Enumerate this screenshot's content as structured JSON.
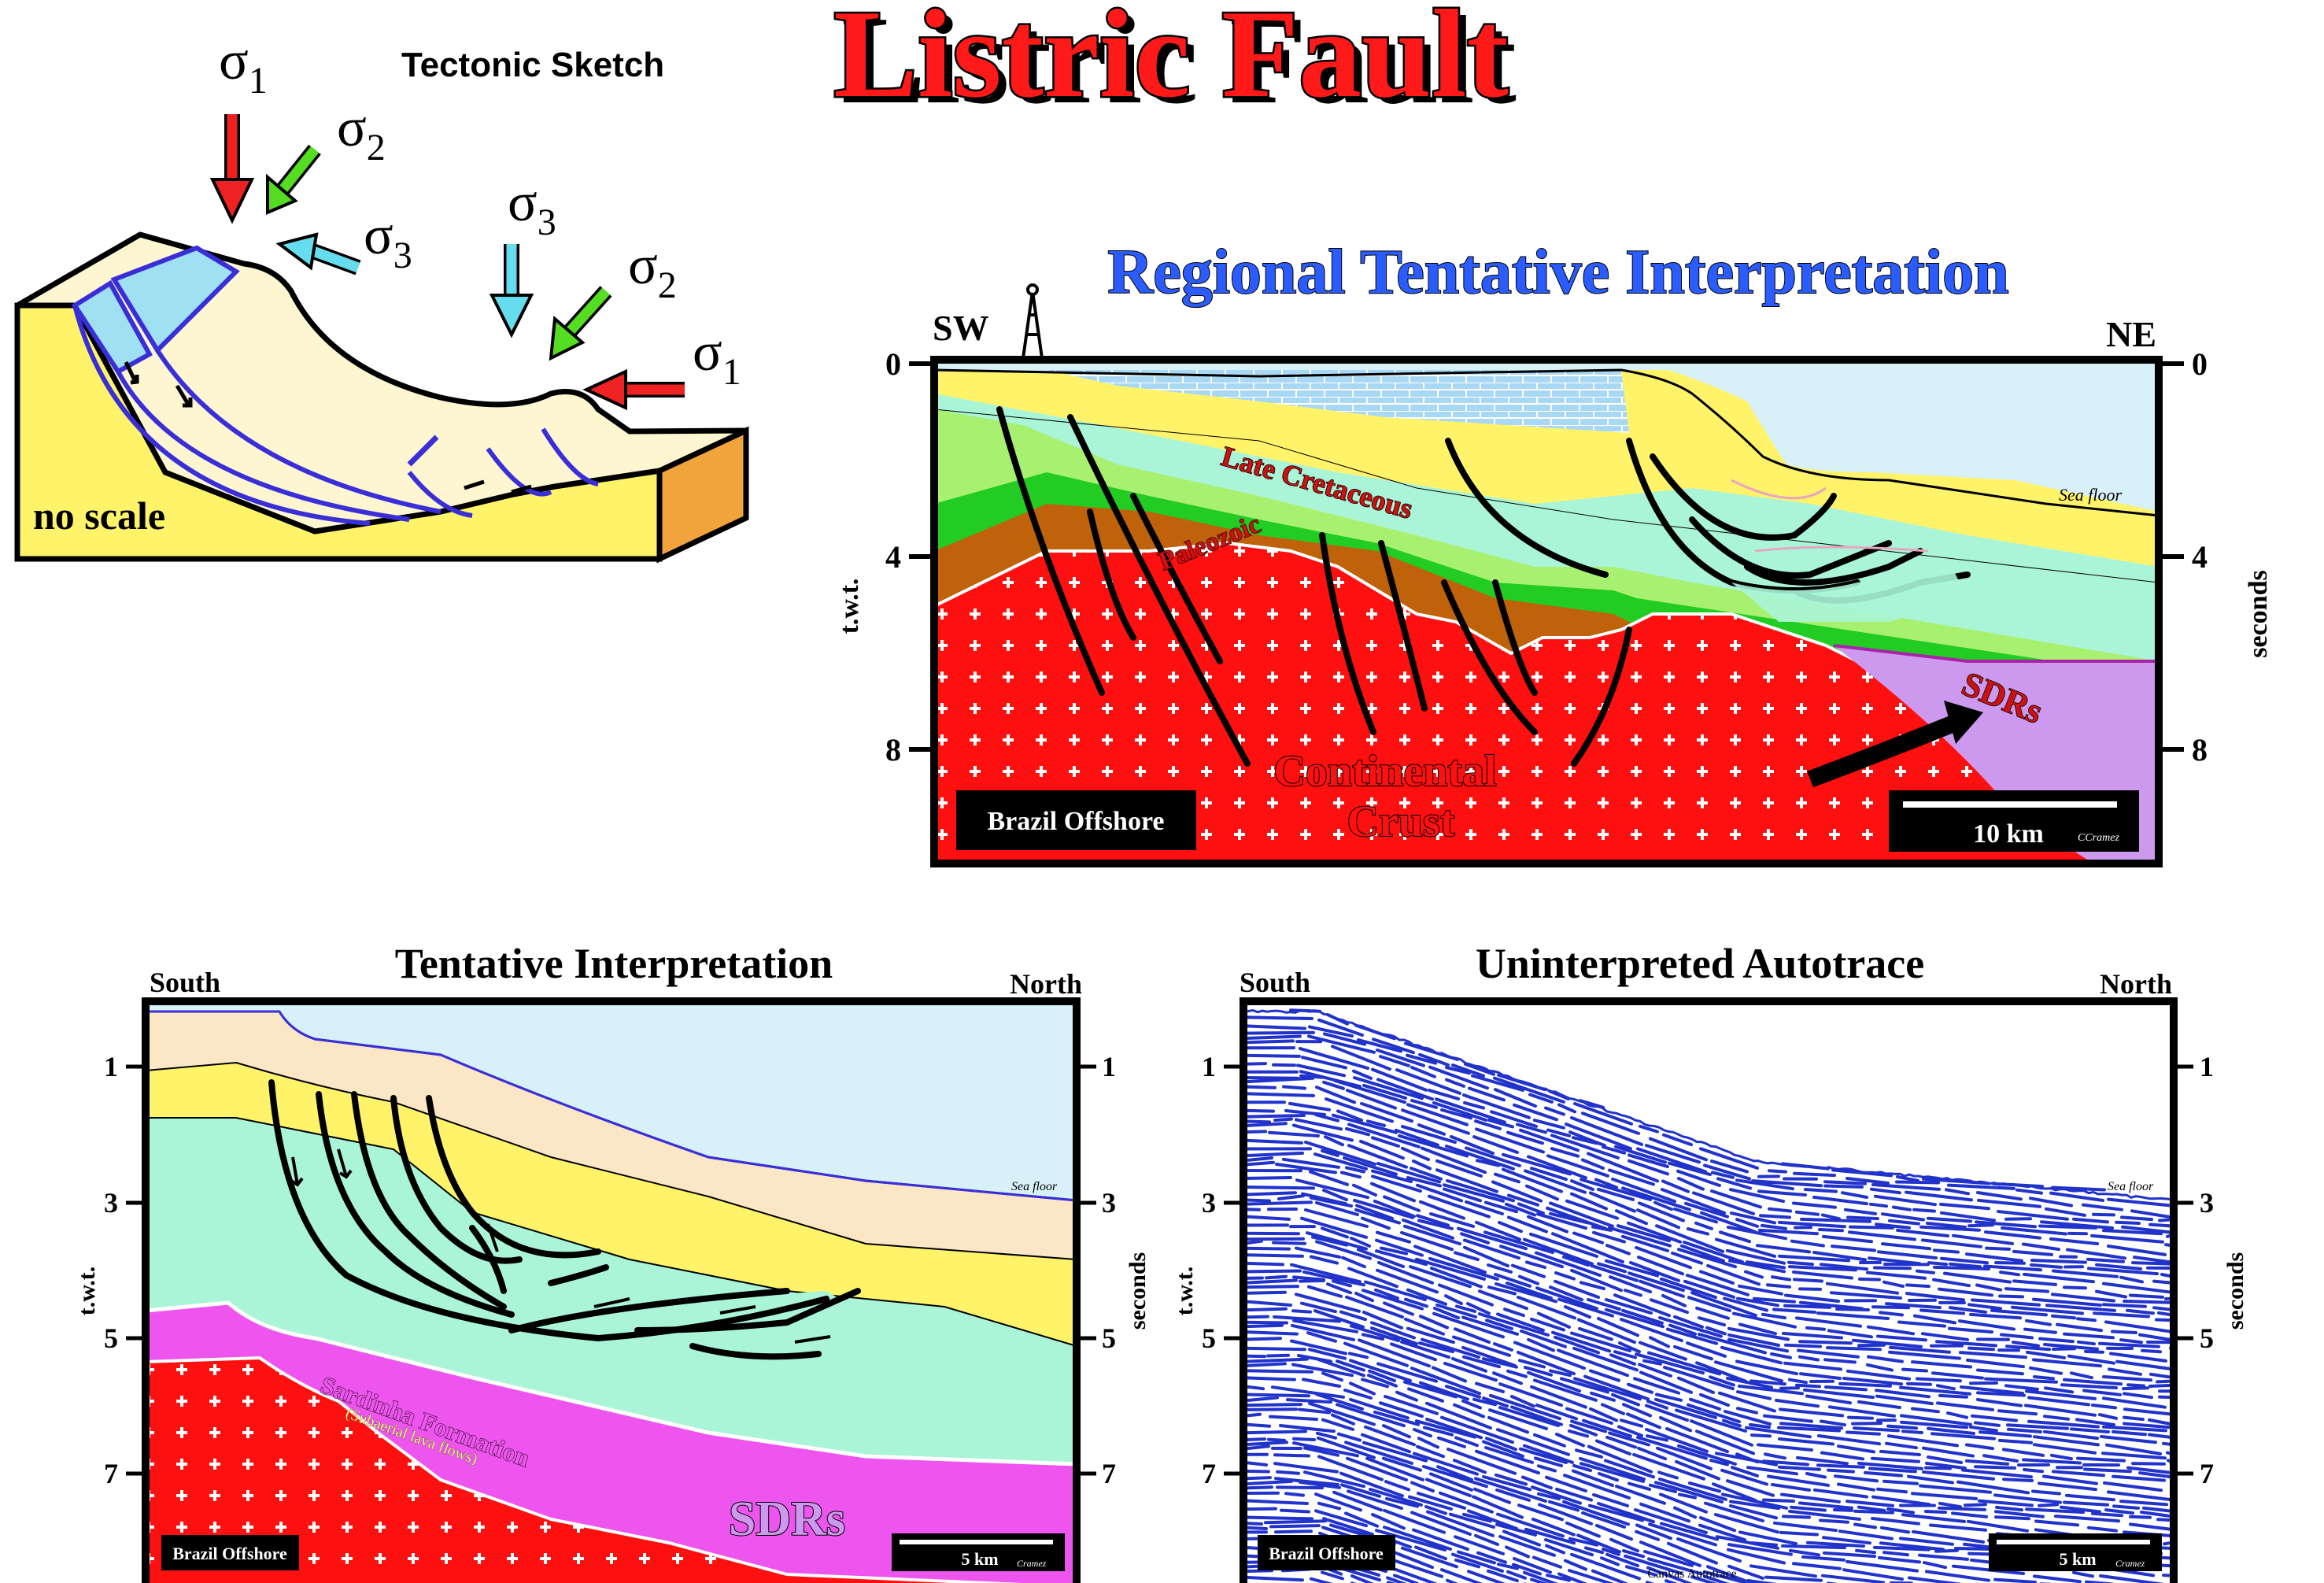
{
  "title": "Listric Fault",
  "sketch": {
    "label": "Tectonic Sketch",
    "no_scale": "no scale",
    "sigma": "σ",
    "sub1": "1",
    "sub2": "2",
    "sub3": "3"
  },
  "regional": {
    "title": "Regional Tentative Interpretation",
    "left_label": "SW",
    "right_label": "NE",
    "ticks": [
      "0",
      "4",
      "8"
    ],
    "axis_left": "t.w.t.",
    "axis_right": "seconds",
    "late_cretaceous": "Late Cretaceous",
    "paleozoic": "Paleozoic",
    "sea_floor": "Sea floor",
    "sdrs": "SDRs",
    "continental": "Continental",
    "crust": "Crust",
    "location": "Brazil Offshore",
    "scale": "10 km",
    "credit": "CCramez"
  },
  "tentative": {
    "title": "Tentative Interpretation",
    "left_label": "South",
    "right_label": "North",
    "ticks": [
      "1",
      "3",
      "5",
      "7"
    ],
    "axis_left": "t.w.t.",
    "axis_right": "seconds",
    "sea_floor": "Sea floor",
    "sardinha": "Sardinha Formation",
    "subaerial": "(Subaerial lava flows)",
    "sdrs": "SDRs",
    "location": "Brazil Offshore",
    "scale": "5 km",
    "credit": "Cramez"
  },
  "autotrace": {
    "title": "Uninterpreted Autotrace",
    "left_label": "South",
    "right_label": "North",
    "ticks": [
      "1",
      "3",
      "5",
      "7"
    ],
    "axis_left": "t.w.t.",
    "axis_right": "seconds",
    "sea_floor": "Sea floor",
    "location": "Brazil Offshore",
    "canvas": "Canvas Autotrace",
    "scale": "5 km",
    "credit": "Cramez"
  },
  "colors": {
    "title_red": "#ff1a1a",
    "regional_blue": "#2a5cff",
    "sky": "#d8f1f8",
    "yellow": "#fff36a",
    "aqua": "#aaf5d8",
    "red": "#ff1010",
    "magenta": "#ee55ee",
    "lavender": "#cc99ee",
    "brown": "#c0620a",
    "green": "#22cc22",
    "cream": "#fbe6c6",
    "trace_blue": "#2233cc"
  }
}
